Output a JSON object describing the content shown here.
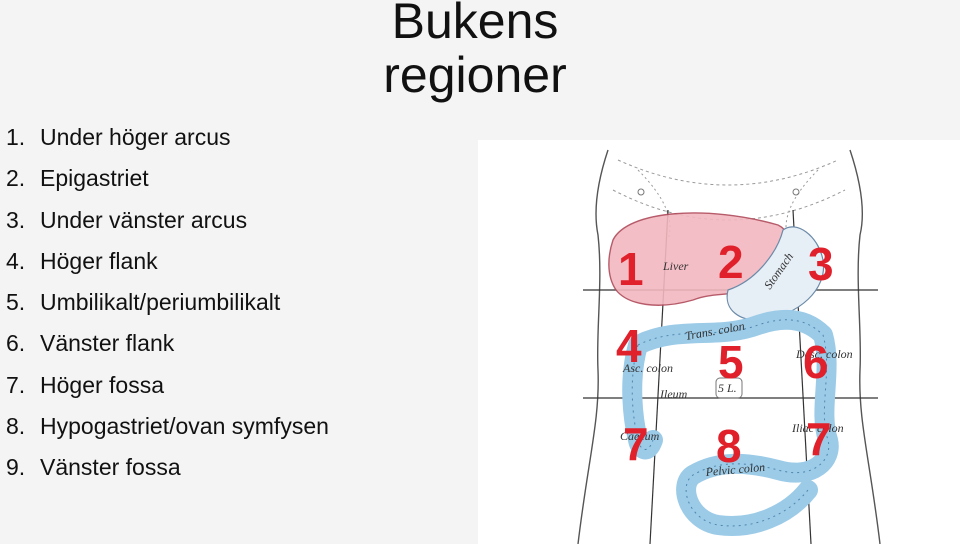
{
  "slide": {
    "title_line1": "Bukens",
    "title_line2": "regioner"
  },
  "regions": [
    {
      "num": "1.",
      "label": "Under höger arcus"
    },
    {
      "num": "2.",
      "label": "Epigastriet"
    },
    {
      "num": "3.",
      "label": "Under vänster arcus"
    },
    {
      "num": "4.",
      "label": "Höger flank"
    },
    {
      "num": "5.",
      "label": "Umbilikalt/periumbilikalt"
    },
    {
      "num": "6.",
      "label": "Vänster flank"
    },
    {
      "num": "7.",
      "label": "Höger fossa"
    },
    {
      "num": "8.",
      "label": "Hypogastriet/ovan symfysen"
    },
    {
      "num": "9.",
      "label": "Vänster fossa"
    }
  ],
  "figure": {
    "marker_digits": [
      "1",
      "2",
      "3",
      "4",
      "5",
      "6",
      "7",
      "8",
      "7"
    ],
    "organ_labels": {
      "liver": "Liver",
      "stomach": "Stomach",
      "transverse_colon": "Trans. colon",
      "ascending_colon": "Asc. colon",
      "descending_colon": "Desc. colon",
      "iliac_colon": "Iliac colon",
      "pelvic_colon": "Pelvic colon",
      "caecum": "Caecum",
      "ileum": "Ileum",
      "vertebra": "5 L."
    },
    "colors": {
      "marker": "#e0202a",
      "liver": "#f2b8bf",
      "colon": "#9ccbe8",
      "outline": "#444444"
    }
  }
}
